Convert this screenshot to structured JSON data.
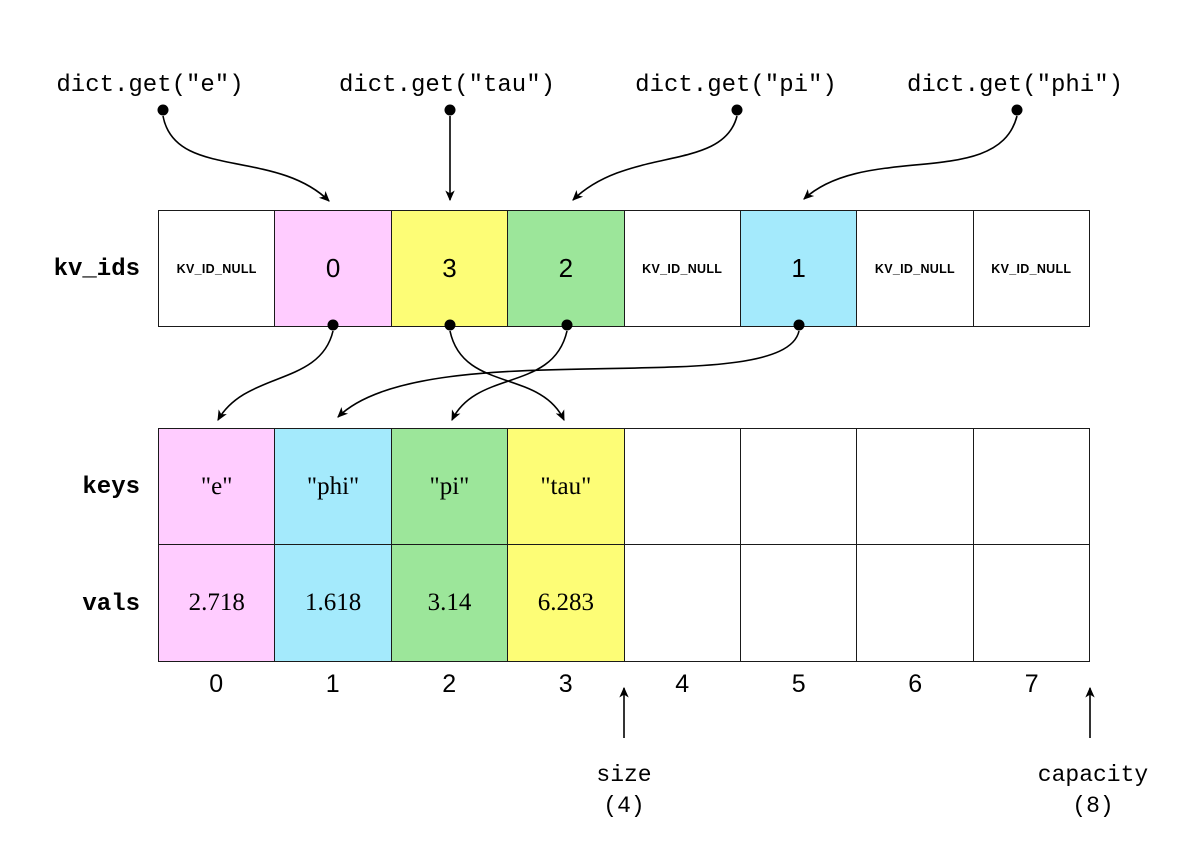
{
  "palette": {
    "pink": "#ffccff",
    "yellow": "#fdfd76",
    "green": "#9ce69a",
    "cyan": "#a4eafc",
    "white": "#ffffff",
    "line": "#000000"
  },
  "calls": [
    {
      "label": "dict.get(\"e\")",
      "target_slot": 1
    },
    {
      "label": "dict.get(\"tau\")",
      "target_slot": 2
    },
    {
      "label": "dict.get(\"pi\")",
      "target_slot": 3
    },
    {
      "label": "dict.get(\"phi\")",
      "target_slot": 5
    }
  ],
  "kv_ids": {
    "label": "kv_ids",
    "cells": [
      {
        "value": "KV_ID_NULL",
        "color": "white"
      },
      {
        "value": "0",
        "color": "pink"
      },
      {
        "value": "3",
        "color": "yellow"
      },
      {
        "value": "2",
        "color": "green"
      },
      {
        "value": "KV_ID_NULL",
        "color": "white"
      },
      {
        "value": "1",
        "color": "cyan"
      },
      {
        "value": "KV_ID_NULL",
        "color": "white"
      },
      {
        "value": "KV_ID_NULL",
        "color": "white"
      }
    ]
  },
  "keys": {
    "label": "keys",
    "cells": [
      {
        "value": "\"e\"",
        "color": "pink"
      },
      {
        "value": "\"phi\"",
        "color": "cyan"
      },
      {
        "value": "\"pi\"",
        "color": "green"
      },
      {
        "value": "\"tau\"",
        "color": "yellow"
      },
      {
        "value": "",
        "color": "white"
      },
      {
        "value": "",
        "color": "white"
      },
      {
        "value": "",
        "color": "white"
      },
      {
        "value": "",
        "color": "white"
      }
    ]
  },
  "vals": {
    "label": "vals",
    "cells": [
      {
        "value": "2.718",
        "color": "pink"
      },
      {
        "value": "1.618",
        "color": "cyan"
      },
      {
        "value": "3.14",
        "color": "green"
      },
      {
        "value": "6.283",
        "color": "yellow"
      },
      {
        "value": "",
        "color": "white"
      },
      {
        "value": "",
        "color": "white"
      },
      {
        "value": "",
        "color": "white"
      },
      {
        "value": "",
        "color": "white"
      }
    ]
  },
  "indices": [
    "0",
    "1",
    "2",
    "3",
    "4",
    "5",
    "6",
    "7"
  ],
  "size_annotation": {
    "label": "size",
    "value": "(4)"
  },
  "capacity_annotation": {
    "label": "capacity",
    "value": "(8)"
  }
}
